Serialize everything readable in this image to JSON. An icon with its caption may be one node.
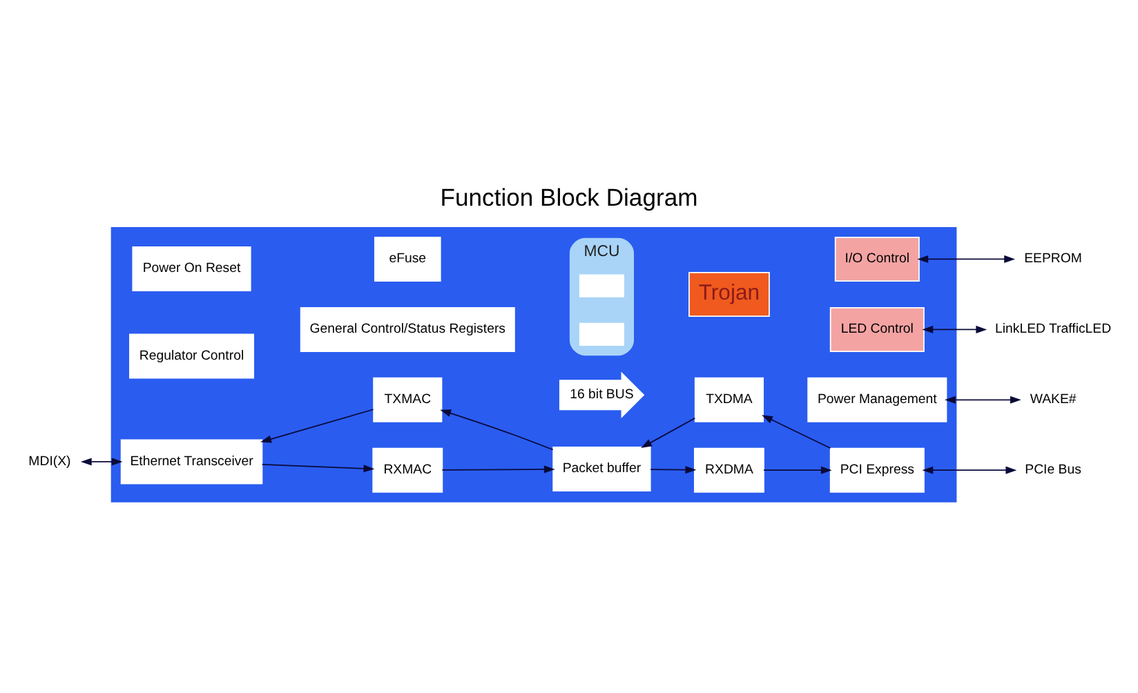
{
  "diagram": {
    "title": "Function Block Diagram",
    "nodes": [
      {
        "text": [],
        "shape": "box"
      },
      {
        "text": [
          "Power On Reset"
        ],
        "in": 0
      },
      {
        "text": [
          "Regulator Control"
        ],
        "in": 0
      },
      {
        "text": [
          "eFuse"
        ],
        "in": 0
      },
      {
        "text": [
          "MCU"
        ],
        "in": 0
      },
      {
        "text": [],
        "shape": "box",
        "in": 4
      },
      {
        "text": [],
        "shape": "box",
        "in": 4
      },
      {
        "text": [
          "Trojan"
        ],
        "in": 0
      },
      {
        "text": [
          "I/O Control"
        ],
        "in": 0
      },
      {
        "text": [
          "LED Control"
        ],
        "in": 0
      },
      {
        "text": [
          "16 bit BUS"
        ],
        "in": 0
      },
      {
        "text": [
          "General Control/Status Registers"
        ],
        "in": 0
      },
      {
        "text": [
          "Power Management"
        ],
        "in": 0
      },
      {
        "text": [
          "Ethernet Transceiver"
        ],
        "in": 0
      },
      {
        "text": [
          "TXMAC"
        ],
        "in": 0
      },
      {
        "text": [
          "RXMAC"
        ],
        "in": 0
      },
      {
        "text": [
          "Packet buffer"
        ],
        "in": 0
      },
      {
        "text": [
          "TXDMA"
        ],
        "in": 0
      },
      {
        "text": [
          "RXDMA"
        ],
        "in": 0
      },
      {
        "text": [
          "PCI Express"
        ],
        "in": 0
      },
      {
        "text": [
          "EEPROM"
        ]
      },
      {
        "text": [
          "LinkLED TrafficLED"
        ]
      },
      {
        "text": [
          "WAKE#"
        ]
      },
      {
        "text": [
          "PCIe Bus"
        ]
      },
      {
        "text": [
          "MDI(X)"
        ]
      }
    ],
    "edges": [
      {
        "from": 8,
        "to": 20,
        "arrow": "both"
      },
      {
        "from": 9,
        "to": 21,
        "arrow": "both"
      },
      {
        "from": 12,
        "to": 22,
        "arrow": "both"
      },
      {
        "from": 19,
        "to": 23,
        "arrow": "both"
      },
      {
        "from": 24,
        "to": 13,
        "arrow": "both"
      },
      {
        "from": 14,
        "to": 13,
        "arrow": "to"
      },
      {
        "from": 16,
        "to": 14,
        "arrow": "to"
      },
      {
        "from": 17,
        "to": 16,
        "arrow": "to"
      },
      {
        "from": 19,
        "to": 17,
        "arrow": "to"
      },
      {
        "from": 13,
        "to": 15,
        "arrow": "to"
      },
      {
        "from": 15,
        "to": 16,
        "arrow": "to"
      },
      {
        "from": 16,
        "to": 18,
        "arrow": "to"
      },
      {
        "from": 18,
        "to": 19,
        "arrow": "to"
      }
    ]
  }
}
